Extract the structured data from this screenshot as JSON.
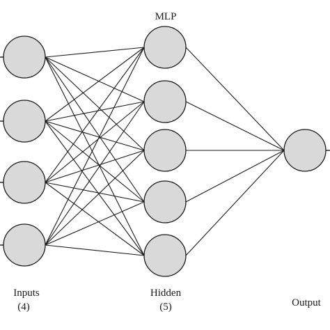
{
  "title": "MLP",
  "layers": [
    {
      "id": "inputs",
      "name": "Inputs",
      "count_label": "(4)",
      "nodes": 4
    },
    {
      "id": "hidden",
      "name": "Hidden",
      "count_label": "(5)",
      "nodes": 5
    },
    {
      "id": "output",
      "name": "Output",
      "count_label": "",
      "nodes": 1
    }
  ],
  "colors": {
    "node_fill": "#d9d9d9",
    "node_stroke": "#1a1a1a",
    "edge": "#1a1a1a",
    "background": "#ffffff"
  }
}
